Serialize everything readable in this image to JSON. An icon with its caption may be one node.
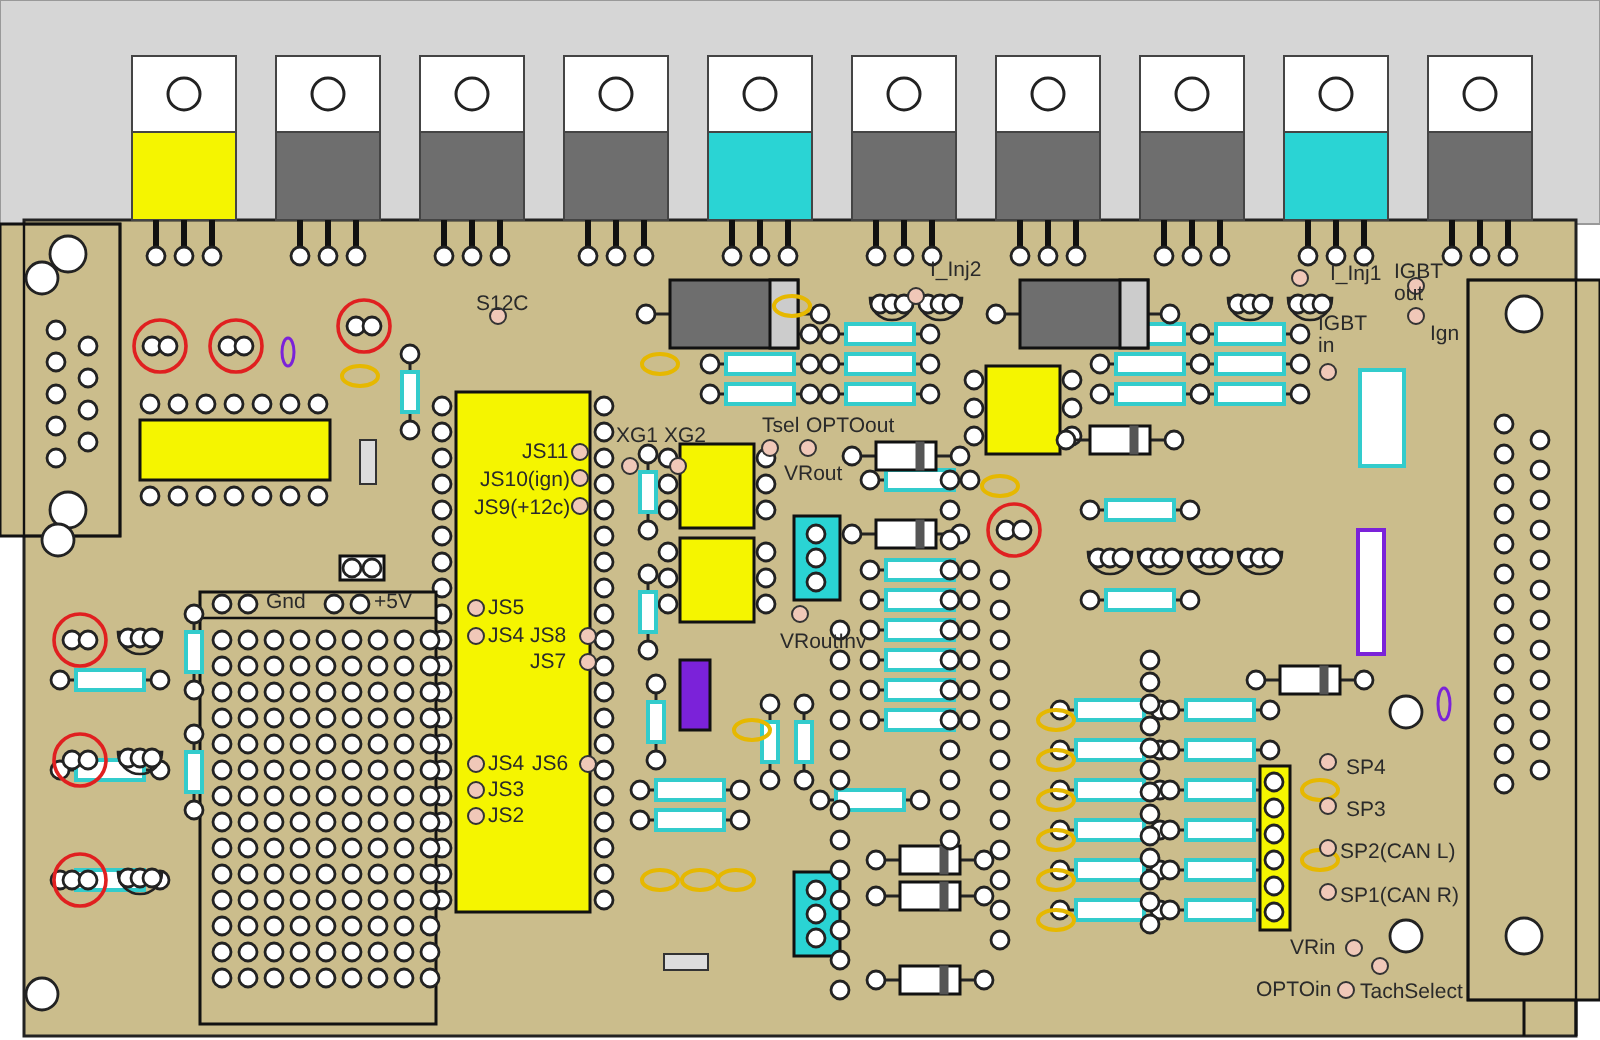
{
  "diagram": {
    "labels": [
      "S12C",
      "I_Inj2",
      "I_Inj1",
      "IGBT out",
      "Ign",
      "IGBT in",
      "XG1",
      "XG2",
      "Tsel",
      "OPTOout",
      "JS11",
      "JS10(ign)",
      "VRout",
      "JS9(+12c)",
      "Gnd",
      "+5V",
      "JS5",
      "JS4",
      "JS8",
      "JS7",
      "VRoutInv",
      "JS4",
      "JS6",
      "JS3",
      "JS2",
      "SP4",
      "SP3",
      "SP2(CAN L)",
      "SP1(CAN R)",
      "VRin",
      "OPTOin",
      "TachSelect"
    ]
  }
}
